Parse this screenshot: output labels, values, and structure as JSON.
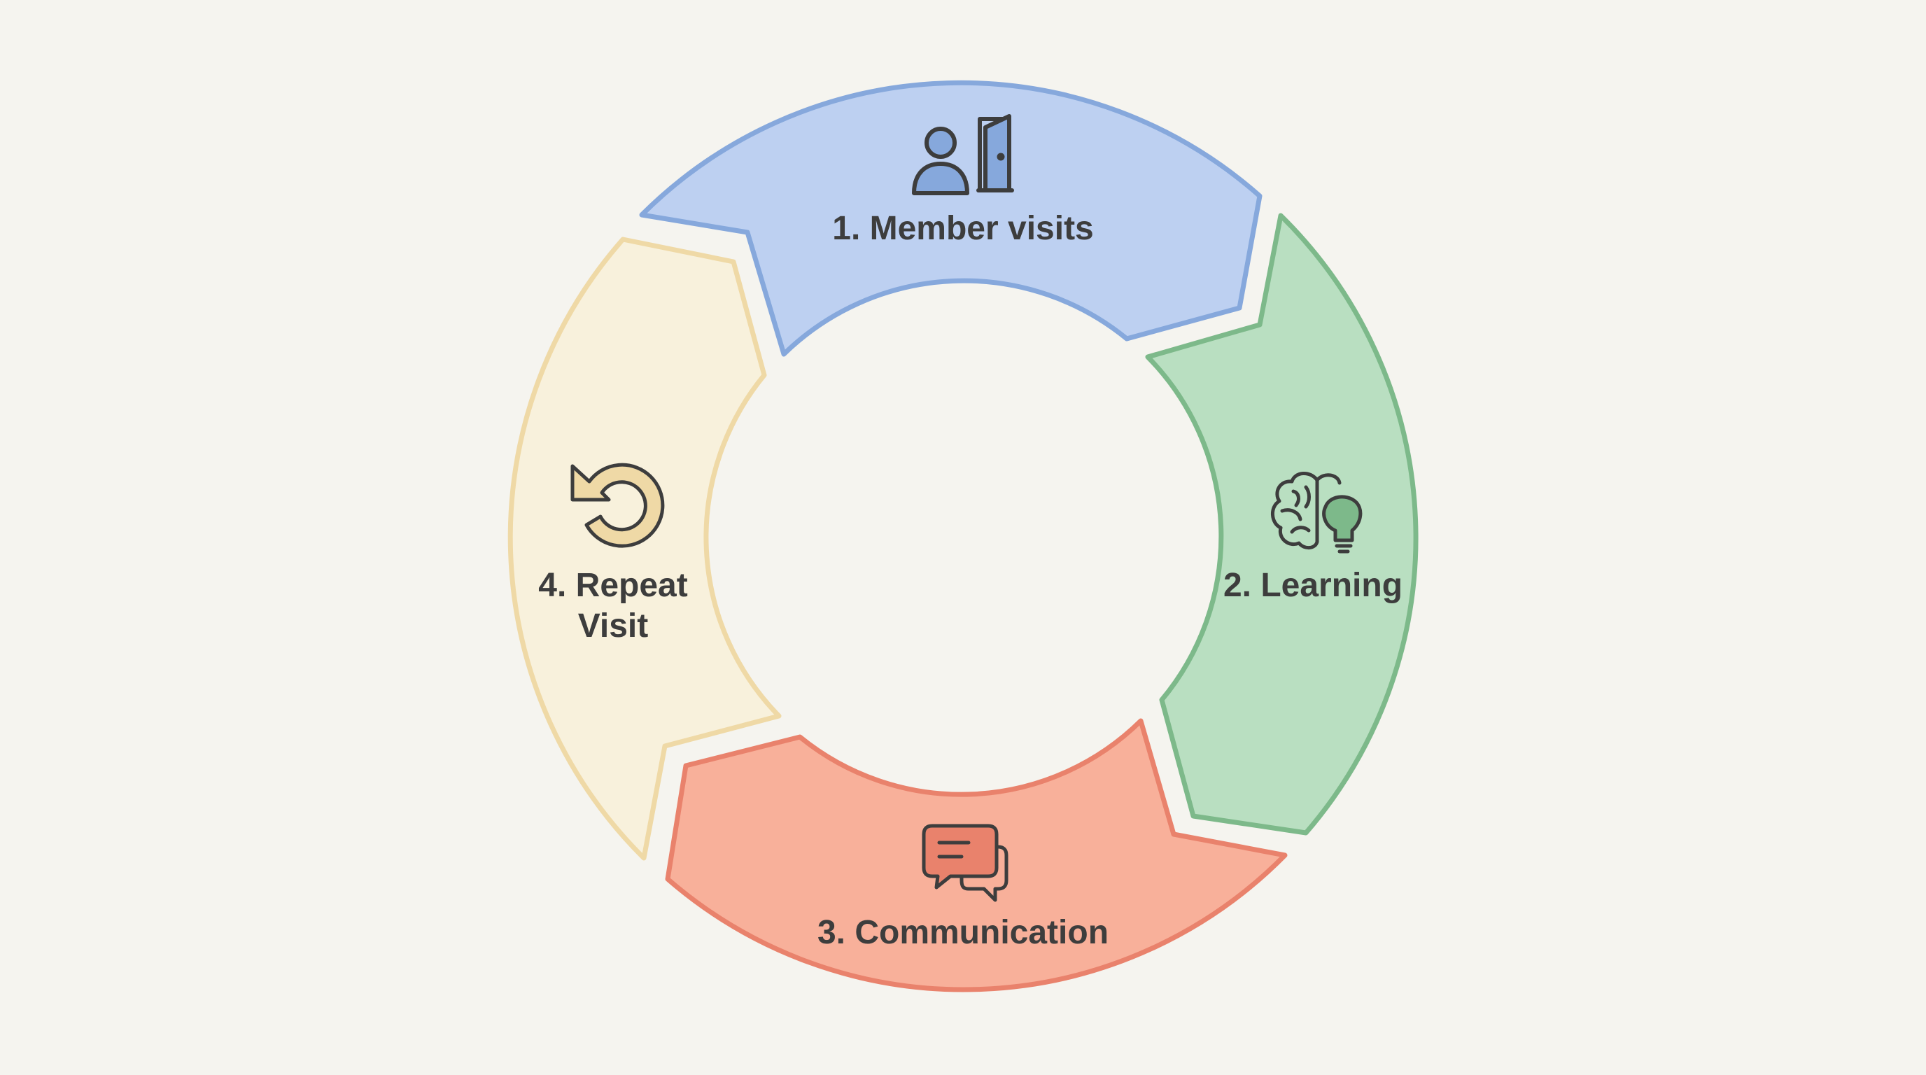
{
  "diagram": {
    "steps": [
      {
        "label": "1. Member visits",
        "icon": "person-door-icon",
        "fill": "#bdd0f1",
        "stroke": "#86a8dc"
      },
      {
        "label": "2. Learning",
        "icon": "brain-lightbulb-icon",
        "fill": "#b9dfc1",
        "stroke": "#7db98a"
      },
      {
        "label": "3. Communication",
        "icon": "chat-bubbles-icon",
        "fill": "#f8b09a",
        "stroke": "#e9826c"
      },
      {
        "label_lines": [
          "4. Repeat",
          "Visit"
        ],
        "icon": "repeat-arrow-icon",
        "fill": "#f8f1dc",
        "stroke": "#efd9a6"
      }
    ],
    "background": "#f5f4ef",
    "text_color": "#3d3d3d",
    "icon_stroke": "#3d3d3d"
  }
}
